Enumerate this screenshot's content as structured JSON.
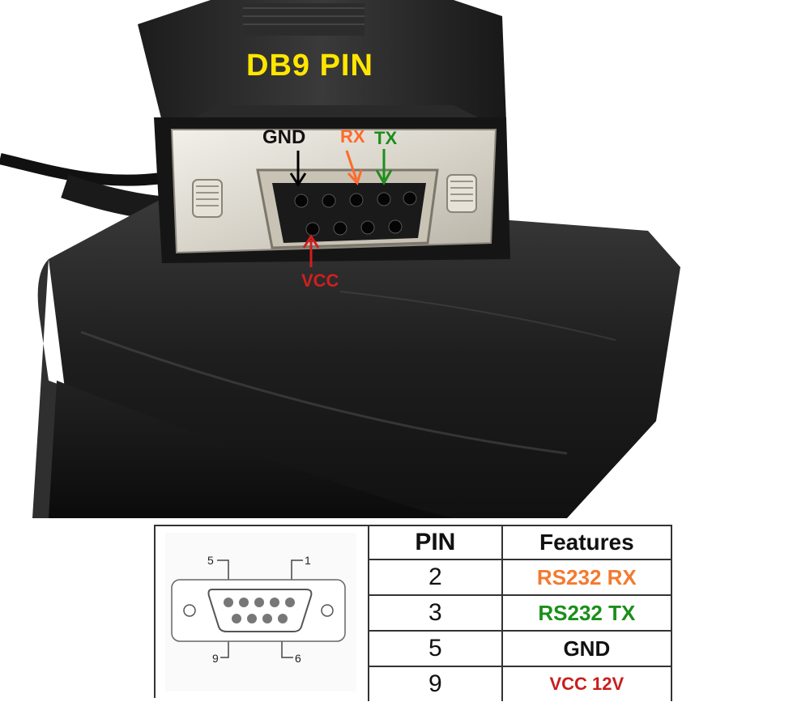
{
  "photo": {
    "title": "DB9 PIN",
    "labels": {
      "gnd": "GND",
      "rx": "RX",
      "tx": "TX",
      "vcc": "VCC"
    },
    "colors": {
      "title": "#ffe600",
      "gnd": "#111111",
      "rx": "#ff6a2a",
      "tx": "#1a8f1a",
      "vcc": "#d01f1f"
    }
  },
  "diagram": {
    "pin_labels": {
      "top_left": "5",
      "top_right": "1",
      "bottom_left": "9",
      "bottom_right": "6"
    }
  },
  "table": {
    "headers": {
      "pin": "PIN",
      "features": "Features"
    },
    "rows": [
      {
        "pin": "2",
        "feature": "RS232 RX",
        "color": "#f47a30"
      },
      {
        "pin": "3",
        "feature": "RS232 TX",
        "color": "#1a8f1a"
      },
      {
        "pin": "5",
        "feature": "GND",
        "color": "#111111"
      },
      {
        "pin": "9",
        "feature": "VCC 12V",
        "color": "#c81e1e"
      }
    ]
  }
}
